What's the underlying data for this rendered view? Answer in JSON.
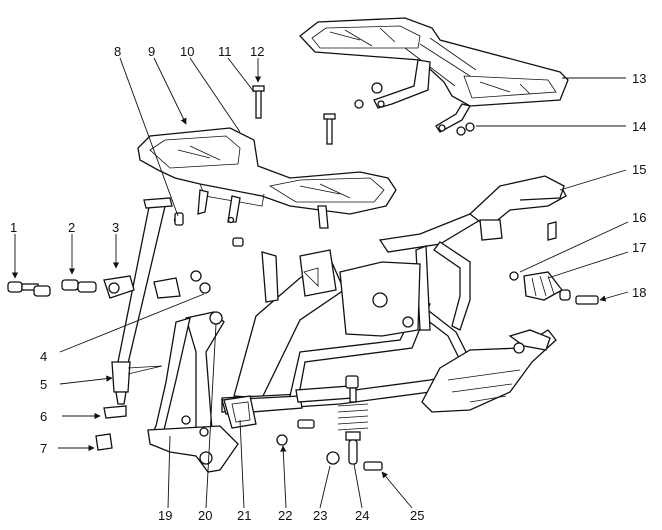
{
  "callouts": [
    {
      "number": "1"
    },
    {
      "number": "2"
    },
    {
      "number": "3"
    },
    {
      "number": "4"
    },
    {
      "number": "5"
    },
    {
      "number": "6"
    },
    {
      "number": "7"
    },
    {
      "number": "8"
    },
    {
      "number": "9"
    },
    {
      "number": "10"
    },
    {
      "number": "11"
    },
    {
      "number": "12"
    },
    {
      "number": "13"
    },
    {
      "number": "14"
    },
    {
      "number": "15"
    },
    {
      "number": "16"
    },
    {
      "number": "17"
    },
    {
      "number": "18"
    },
    {
      "number": "19"
    },
    {
      "number": "20"
    },
    {
      "number": "21"
    },
    {
      "number": "22"
    },
    {
      "number": "23"
    },
    {
      "number": "24"
    },
    {
      "number": "25"
    }
  ],
  "colors": {
    "line": "#111111",
    "background": "#ffffff"
  }
}
